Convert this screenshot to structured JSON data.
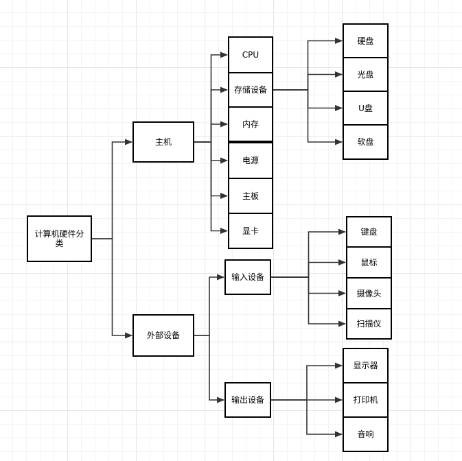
{
  "colors": {
    "line": "#333333",
    "border": "#000000",
    "fill": "#ffffff"
  },
  "nodes": {
    "root": "计算机硬件分类",
    "host": "主机",
    "peripheral": "外部设备",
    "cpu": "CPU",
    "storage": "存储设备",
    "memory": "内存",
    "power": "电源",
    "motherboard": "主板",
    "gpu": "显卡",
    "hdd": "硬盘",
    "optical": "光盘",
    "usb": "U盘",
    "floppy": "软盘",
    "input": "输入设备",
    "output": "输出设备",
    "keyboard": "键盘",
    "mouse": "鼠标",
    "camera": "摄像头",
    "scanner": "扫描仪",
    "monitor": "显示器",
    "printer": "打印机",
    "speaker": "音响"
  }
}
